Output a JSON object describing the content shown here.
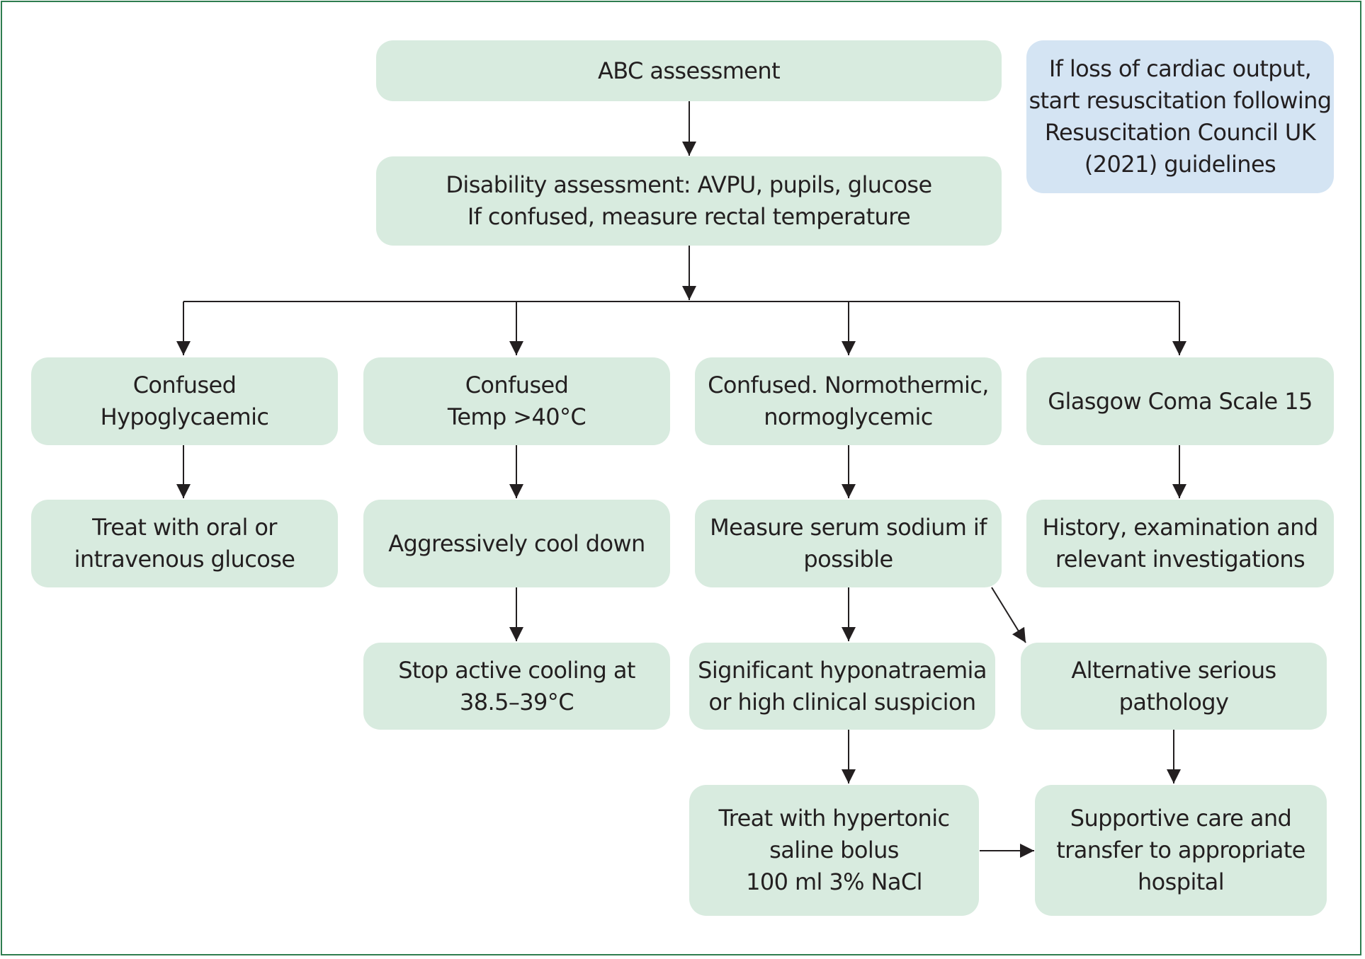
{
  "nodes": {
    "abc": {
      "lines": [
        "ABC assessment"
      ]
    },
    "disability": {
      "lines": [
        "Disability assessment: AVPU, pupils, glucose",
        "If confused, measure rectal temperature"
      ]
    },
    "note": {
      "lines": [
        "If loss of cardiac output,",
        "start resuscitation following",
        "Resuscitation Council UK",
        "(2021) guidelines"
      ]
    },
    "hypo": {
      "lines": [
        "Confused",
        "Hypoglycaemic"
      ]
    },
    "temp": {
      "lines": [
        "Confused",
        "Temp >40°C"
      ]
    },
    "normo": {
      "lines": [
        "Confused. Normothermic,",
        "normoglycemic"
      ]
    },
    "gcs": {
      "lines": [
        "Glasgow Coma Scale 15"
      ]
    },
    "glucose": {
      "lines": [
        "Treat with oral or",
        "intravenous glucose"
      ]
    },
    "cool": {
      "lines": [
        "Aggressively cool down"
      ]
    },
    "sodium": {
      "lines": [
        "Measure serum sodium if",
        "possible"
      ]
    },
    "history": {
      "lines": [
        "History, examination and",
        "relevant investigations"
      ]
    },
    "stopcool": {
      "lines": [
        "Stop active cooling at",
        "38.5–39°C"
      ]
    },
    "hyponatraemia": {
      "lines": [
        "Significant hyponatraemia",
        "or high clinical suspicion"
      ]
    },
    "alternative": {
      "lines": [
        "Alternative serious",
        "pathology"
      ]
    },
    "saline": {
      "lines": [
        "Treat with hypertonic",
        "saline bolus",
        "100 ml 3% NaCl"
      ]
    },
    "supportive": {
      "lines": [
        "Supportive care and",
        "transfer to appropriate",
        "hospital"
      ]
    }
  },
  "colors": {
    "box_fill": "#d8ebdf",
    "note_fill": "#d4e4f3",
    "frame": "#2e7d4f",
    "line": "#231f20",
    "text": "#231f20"
  }
}
